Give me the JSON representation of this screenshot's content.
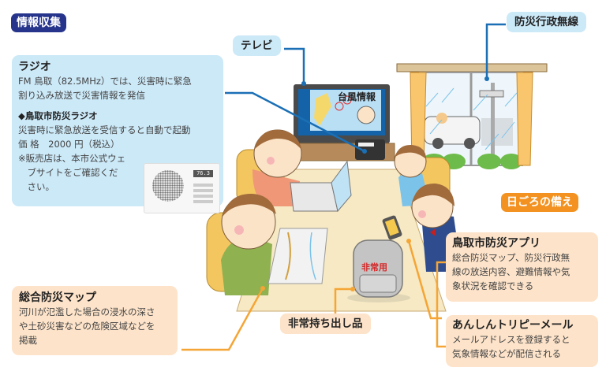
{
  "sections": {
    "info_gathering": "情報収集",
    "daily_preparation": "日ごろの備え"
  },
  "labels": {
    "tv": "テレビ",
    "disaster_radio": "防災行政無線",
    "emergency_kit": "非常持ち出し品",
    "tv_screen_text": "台風情報",
    "backpack_text": "非常用"
  },
  "radio_box": {
    "title": "ラジオ",
    "lines": [
      "FM 鳥取（82.5MHz）では、災害時に緊急",
      "割り込み放送で災害情報を発信"
    ],
    "sub_title": "◆鳥取市防災ラジオ",
    "sub_lines": [
      "災害時に緊急放送を受信すると自動で起動",
      "価 格　2000 円（税込）",
      "※販売店は、本市公式ウェ",
      "　ブサイトをご確認くだ",
      "　さい。"
    ],
    "display": "76.3"
  },
  "hazard_map_box": {
    "title": "総合防災マップ",
    "lines": [
      "河川が氾濫した場合の浸水の深さ",
      "や土砂災害などの危険区域などを",
      "掲載"
    ]
  },
  "app_box": {
    "title": "鳥取市防災アプリ",
    "lines": [
      "総合防災マップ、防災行政無",
      "線の放送内容、避難情報や気",
      "象状況を確認できる"
    ]
  },
  "mail_box": {
    "title": "あんしんトリピーメール",
    "lines": [
      "メールアドレスを登録すると",
      "気象情報などが配信される"
    ]
  },
  "colors": {
    "navy": "#26348c",
    "orange": "#f39220",
    "light_blue": "#cce9f8",
    "peach": "#fde3c9",
    "blue_line": "#1a6fb5",
    "orange_line": "#f5a535"
  }
}
